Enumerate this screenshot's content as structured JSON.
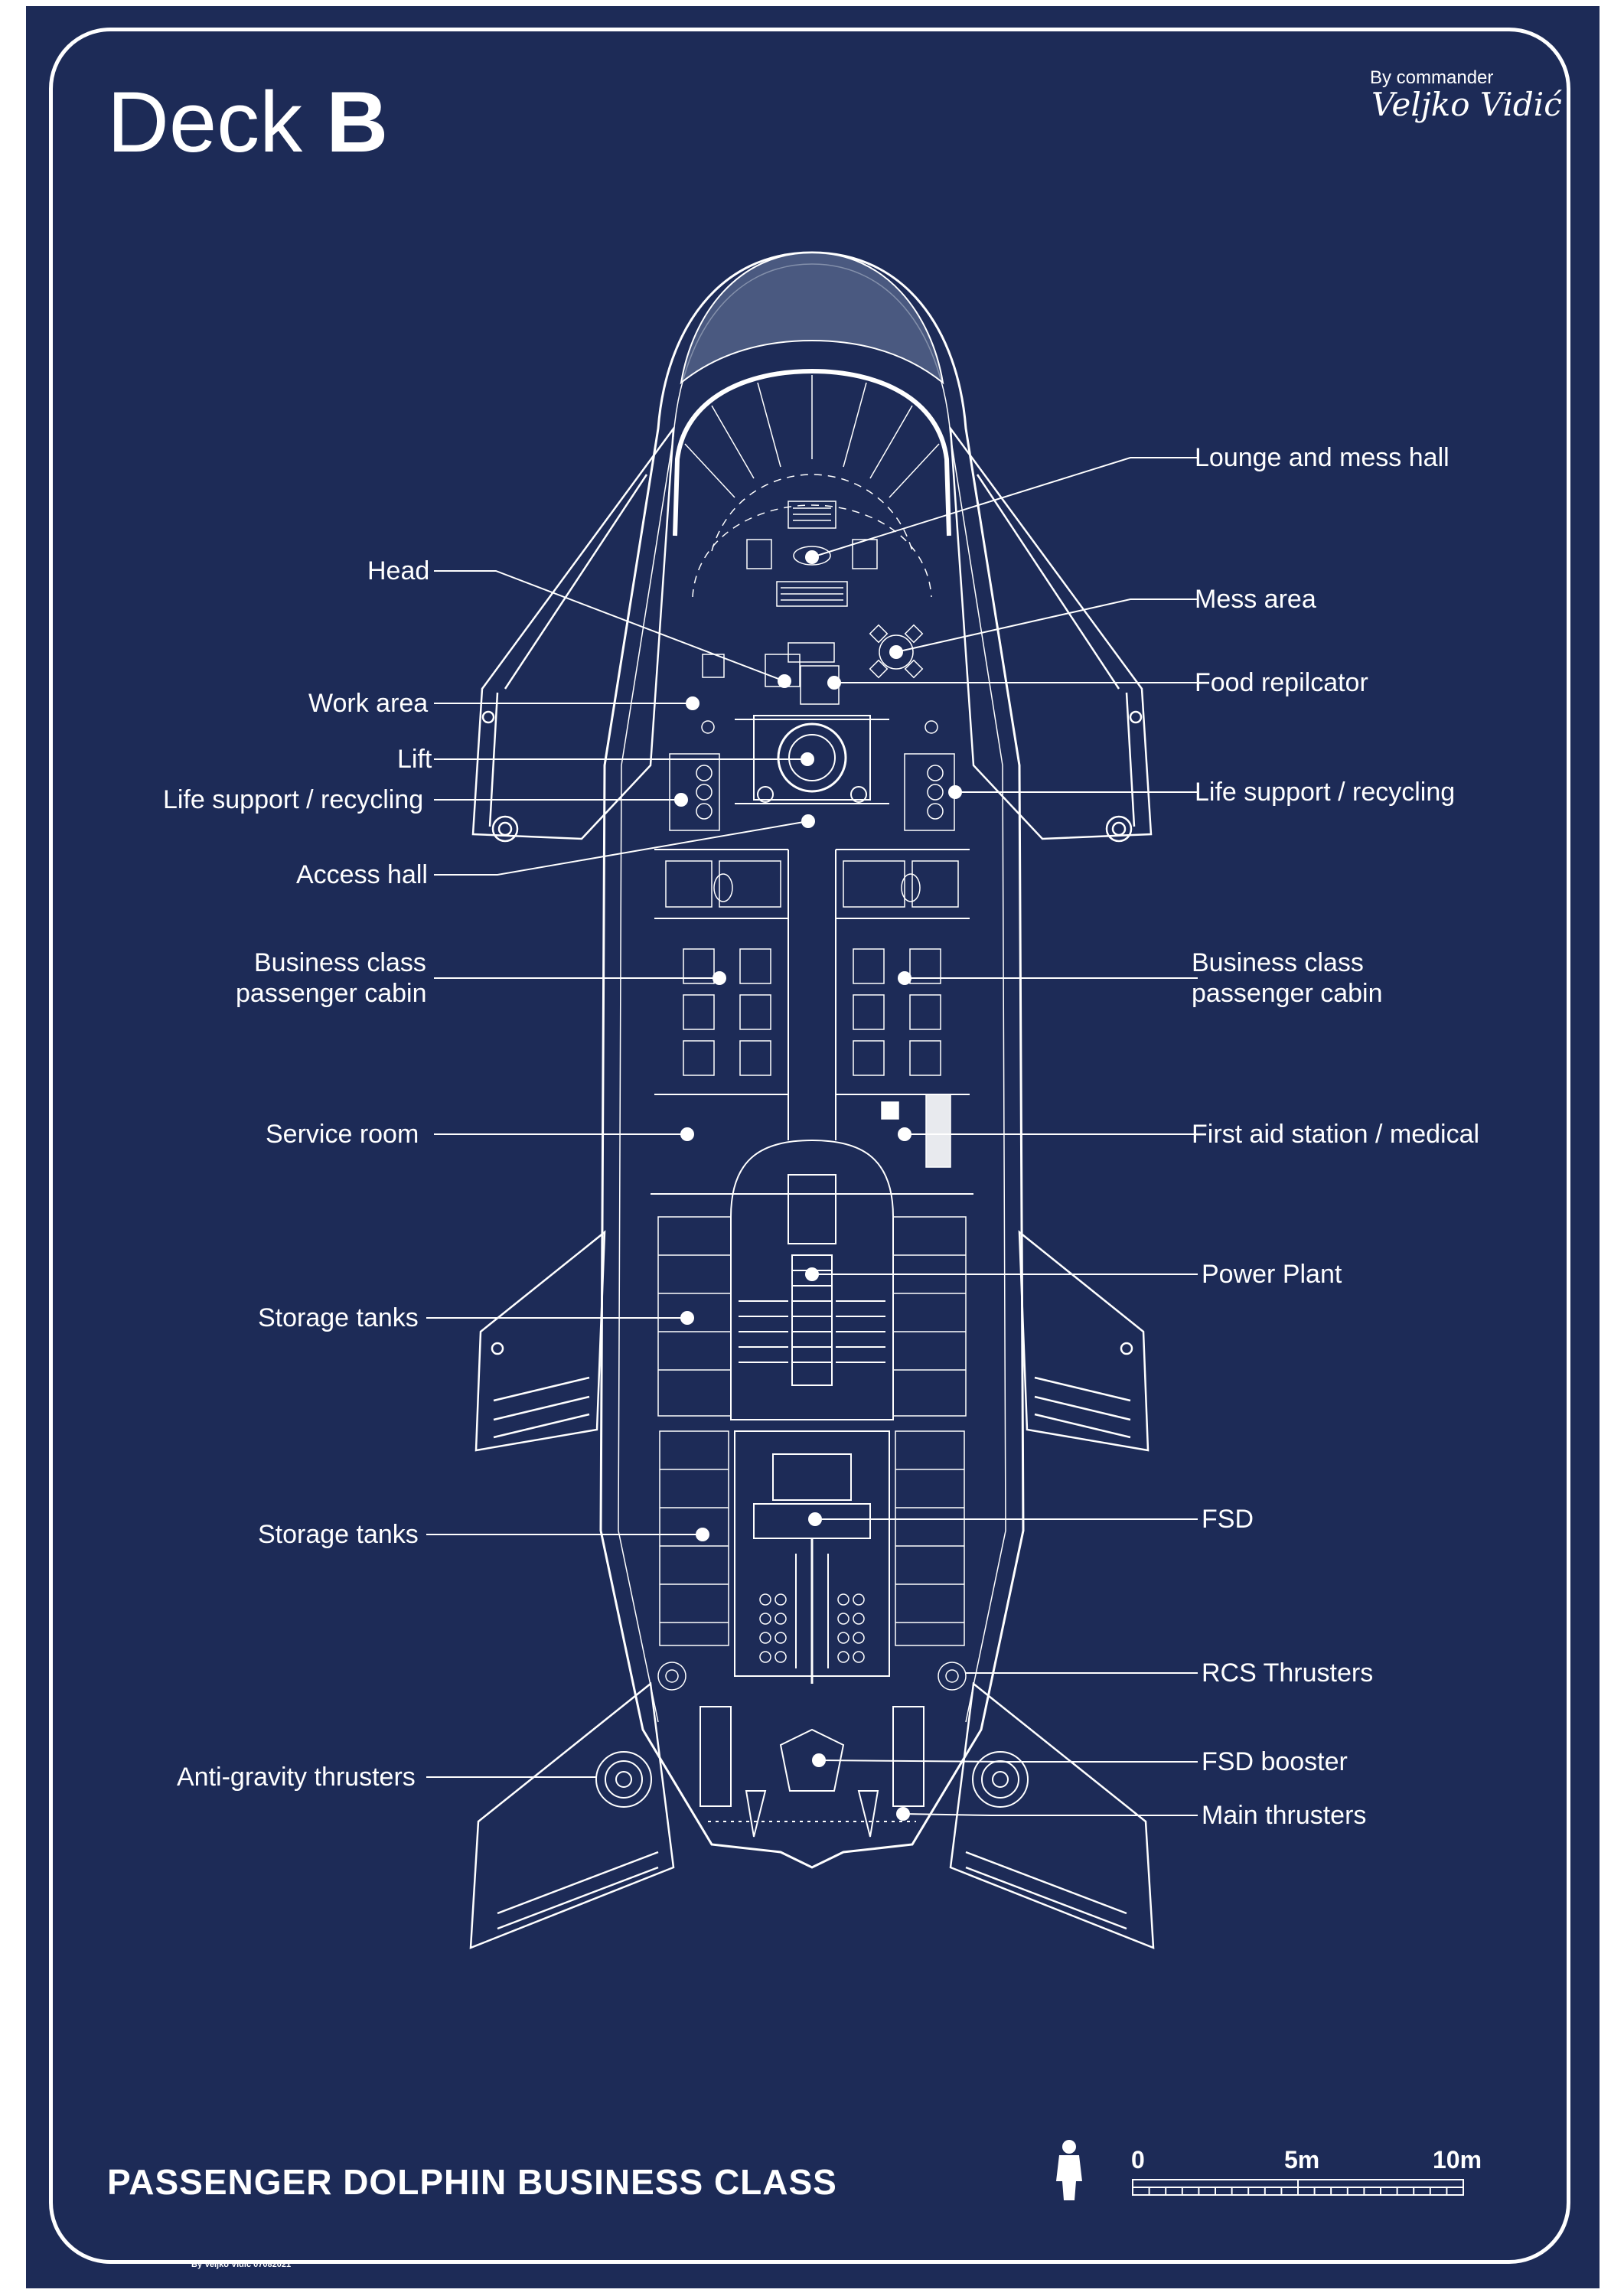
{
  "header": {
    "title_prefix": "Deck",
    "title_bold": "B",
    "byline": "By commander",
    "author_signature": "Veljko Vidić"
  },
  "labels_left": [
    {
      "id": "head",
      "text": "Head"
    },
    {
      "id": "work-area",
      "text": "Work area"
    },
    {
      "id": "lift",
      "text": "Lift"
    },
    {
      "id": "life-support-left",
      "text": "Life support / recycling"
    },
    {
      "id": "access-hall",
      "text": "Access hall"
    },
    {
      "id": "business-cabin-left-1",
      "text": "Business class"
    },
    {
      "id": "business-cabin-left-2",
      "text": "passenger cabin"
    },
    {
      "id": "service-room",
      "text": "Service room"
    },
    {
      "id": "storage-tanks-1",
      "text": "Storage tanks"
    },
    {
      "id": "storage-tanks-2",
      "text": "Storage tanks"
    },
    {
      "id": "anti-gravity",
      "text": "Anti-gravity thrusters"
    }
  ],
  "labels_right": [
    {
      "id": "lounge",
      "text": "Lounge and mess hall"
    },
    {
      "id": "mess-area",
      "text": "Mess area"
    },
    {
      "id": "food-replicator",
      "text": "Food repilcator"
    },
    {
      "id": "life-support-right",
      "text": "Life support / recycling"
    },
    {
      "id": "business-cabin-right-1",
      "text": "Business class"
    },
    {
      "id": "business-cabin-right-2",
      "text": "passenger cabin"
    },
    {
      "id": "first-aid",
      "text": "First aid station / medical"
    },
    {
      "id": "power-plant",
      "text": "Power Plant"
    },
    {
      "id": "fsd",
      "text": "FSD"
    },
    {
      "id": "rcs",
      "text": "RCS Thrusters"
    },
    {
      "id": "fsd-booster",
      "text": "FSD booster"
    },
    {
      "id": "main-thrusters",
      "text": "Main thrusters"
    }
  ],
  "footer": {
    "ship_name": "PASSENGER DOLPHIN BUSINESS CLASS",
    "credit": "By Veljko Vidić 07082021"
  },
  "scale": {
    "tick_0": "0",
    "tick_5": "5m",
    "tick_10": "10m"
  },
  "colors": {
    "background": "#1d2b57",
    "line": "#ffffff",
    "canopy": "#5a6a8e"
  }
}
